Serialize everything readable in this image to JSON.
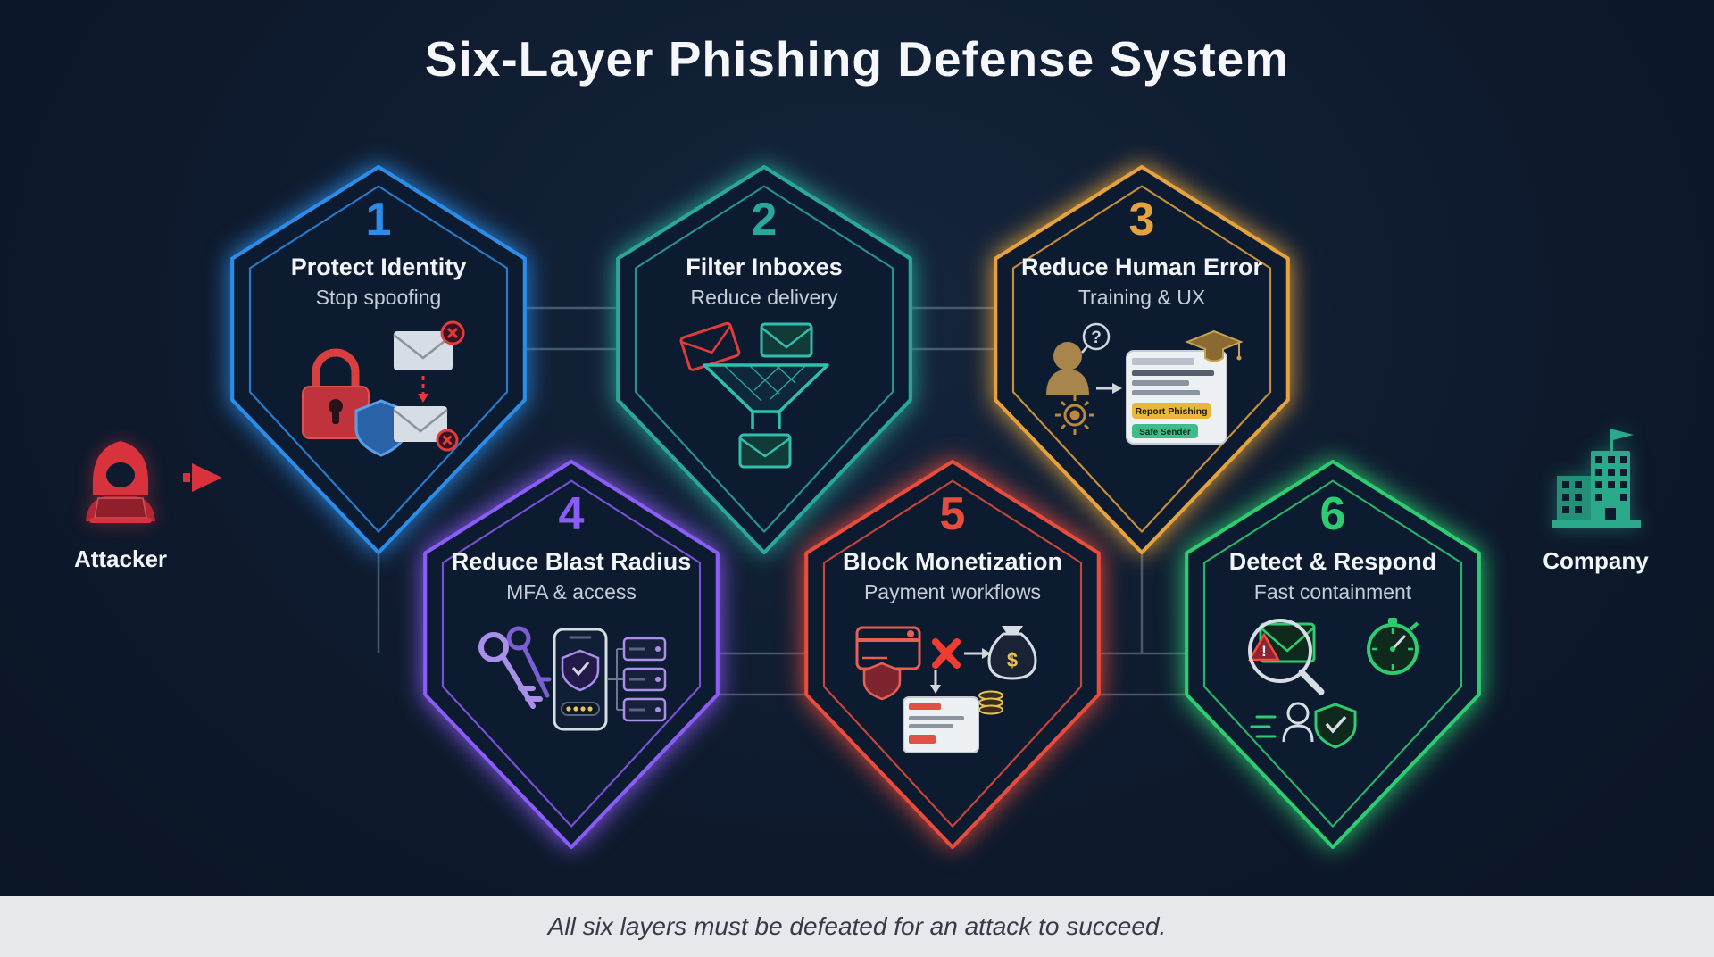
{
  "title": "Six-Layer Phishing Defense System",
  "footer": "All six layers must be defeated for an attack to succeed.",
  "background_color": "#0e1a2d",
  "attacker": {
    "label": "Attacker",
    "color": "#d8323c"
  },
  "company": {
    "label": "Company",
    "color": "#2aa98b"
  },
  "layers": [
    {
      "number": "1",
      "title": "Protect Identity",
      "subtitle": "Stop spoofing",
      "color": "#2b8de8",
      "icons": [
        "padlock",
        "shield",
        "blocked-email",
        "blocked-email"
      ]
    },
    {
      "number": "2",
      "title": "Filter Inboxes",
      "subtitle": "Reduce delivery",
      "color": "#2aa79b",
      "icons": [
        "spam-email",
        "email",
        "filter-funnel",
        "delivered-email"
      ]
    },
    {
      "number": "3",
      "title": "Reduce Human Error",
      "subtitle": "Training & UX",
      "color": "#e6a23c",
      "icons": [
        "user",
        "question-bubble",
        "gear",
        "training-browser",
        "graduation-cap"
      ],
      "buttons": {
        "report": "Report Phishing",
        "safe": "Safe Sender"
      }
    },
    {
      "number": "4",
      "title": "Reduce Blast Radius",
      "subtitle": "MFA & access",
      "color": "#8b5cf6",
      "icons": [
        "keys",
        "mfa-phone",
        "server-stack"
      ]
    },
    {
      "number": "5",
      "title": "Block Monetization",
      "subtitle": "Payment workflows",
      "color": "#e74c3c",
      "icons": [
        "credit-card",
        "shield",
        "blocked-x",
        "money-bag",
        "coins",
        "payment-browser"
      ]
    },
    {
      "number": "6",
      "title": "Detect & Respond",
      "subtitle": "Fast containment",
      "color": "#2ecc71",
      "icons": [
        "magnifier-alert-email",
        "stopwatch",
        "responder-shield"
      ]
    }
  ]
}
